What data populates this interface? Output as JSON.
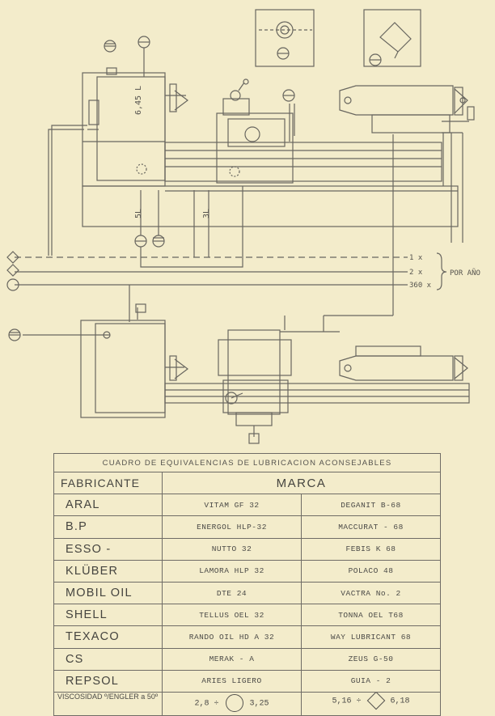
{
  "diagram": {
    "labels": {
      "oil_qty_headstock": "6,45 L",
      "oil_qty_base_left": "5L",
      "oil_qty_base_right": "3L"
    },
    "frequency": {
      "f1": "1 x",
      "f2": "2 x",
      "f3": "360 x",
      "group": "POR AÑO"
    }
  },
  "table": {
    "title": "CUADRO DE EQUIVALENCIAS DE LUBRICACION ACONSEJABLES",
    "headers": {
      "maker": "FABRICANTE",
      "brand": "MARCA"
    },
    "rows": [
      {
        "maker": "ARAL",
        "p1": "VITAM GF 32",
        "p2": "DEGANIT B-68"
      },
      {
        "maker": "B.P",
        "p1": "ENERGOL HLP-32",
        "p2": "MACCURAT - 68"
      },
      {
        "maker": "ESSO -",
        "p1": "NUTTO 32",
        "p2": "FEBIS K 68"
      },
      {
        "maker": "KLÜBER",
        "p1": "LAMORA HLP 32",
        "p2": "POLACO 48"
      },
      {
        "maker": "MOBIL OIL",
        "p1": "DTE 24",
        "p2": "VACTRA No. 2"
      },
      {
        "maker": "SHELL",
        "p1": "TELLUS OEL 32",
        "p2": "TONNA OEL T68"
      },
      {
        "maker": "TEXACO",
        "p1": "RANDO OIL HD A 32",
        "p2": "WAY LUBRICANT 68"
      },
      {
        "maker": "CS",
        "p1": "MERAK - A",
        "p2": "ZEUS G-50"
      },
      {
        "maker": "REPSOL",
        "p1": "ARIES LIGERO",
        "p2": "GUIA - 2"
      }
    ],
    "viscosity": {
      "label": "VISCOSIDAD º/ENGLER a 50º",
      "v1_low": "2,8 ÷",
      "v1_high": "3,25",
      "v2_low": "5,16 ÷",
      "v2_high": "6,18"
    }
  },
  "colors": {
    "paper": "#f3eccb",
    "ink": "#55534e"
  }
}
